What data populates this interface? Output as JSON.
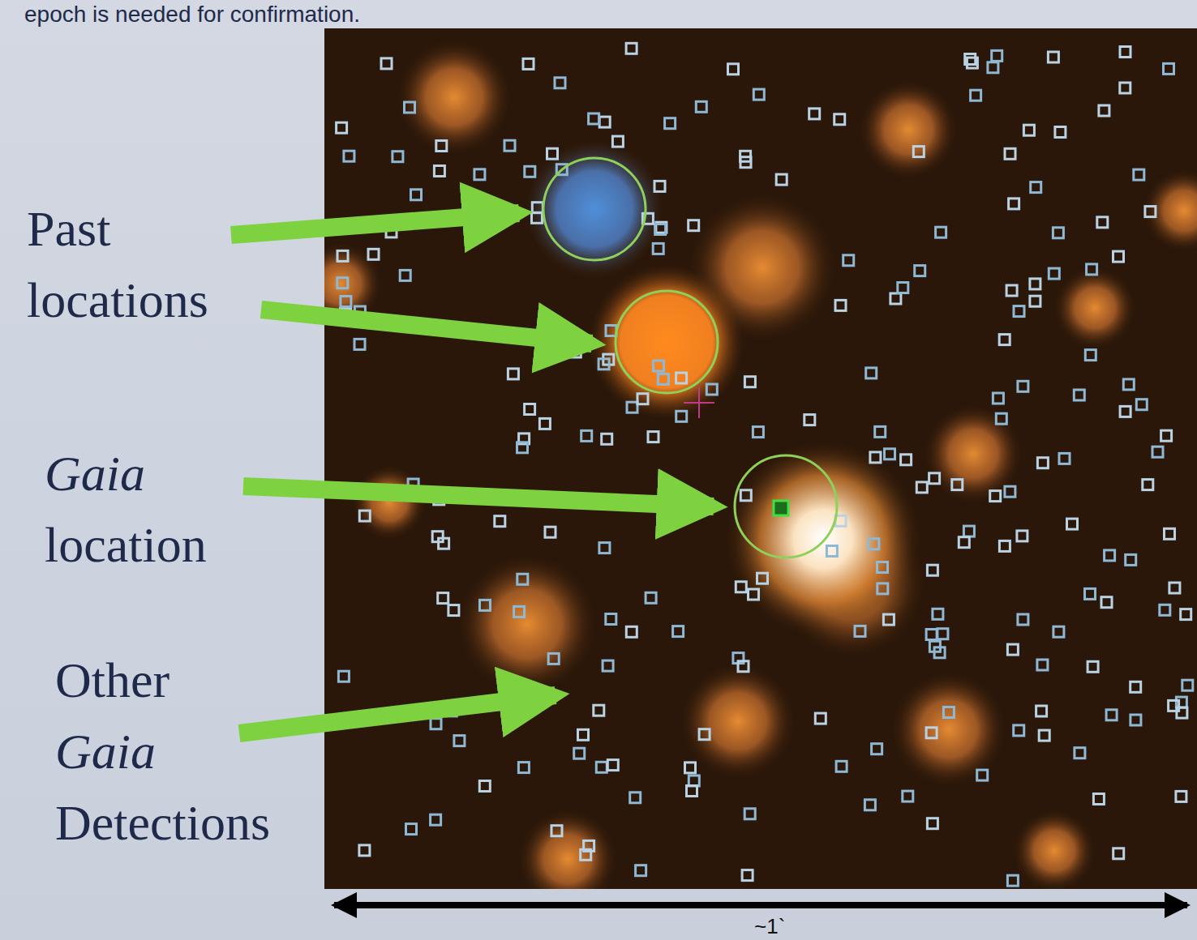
{
  "diagram": {
    "labels": [
      "epoch is needed for confirmation.",
      "Past locations",
      "Gaia location",
      "Other Gaia Detections",
      "~1`"
    ]
  }
}
